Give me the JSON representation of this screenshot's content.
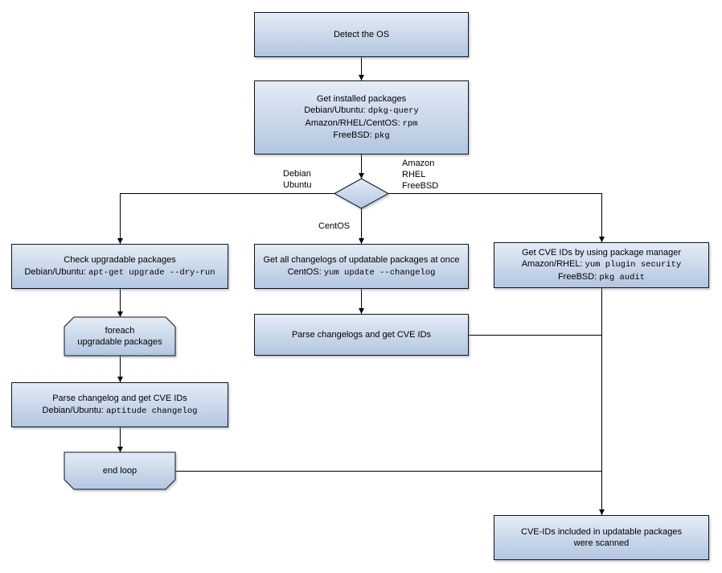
{
  "colors": {
    "background": "#ffffff",
    "node_fill_top": "#e4ecf6",
    "node_fill_bottom": "#b3c6e0",
    "node_border": "#10141c",
    "connector": "#000000",
    "text": "#000000"
  },
  "nodes": {
    "detect_os": {
      "lines": [
        "Detect the OS"
      ]
    },
    "get_installed_packages": {
      "lines": [
        "Get installed packages",
        [
          {
            "t": "Debian/Ubuntu: "
          },
          {
            "t": "dpkg-query",
            "mono": true
          }
        ],
        [
          {
            "t": "Amazon/RHEL/CentOS: "
          },
          {
            "t": "rpm",
            "mono": true
          }
        ],
        [
          {
            "t": "FreeBSD: "
          },
          {
            "t": "pkg",
            "mono": true
          }
        ]
      ]
    },
    "check_upgradable": {
      "lines": [
        "Check upgradable packages",
        [
          {
            "t": "Debian/Ubuntu: "
          },
          {
            "t": "apt-get upgrade --dry-run",
            "mono": true
          }
        ]
      ]
    },
    "get_all_changelogs": {
      "lines": [
        "Get all changelogs of updatable packages at once",
        [
          {
            "t": "CentOS: "
          },
          {
            "t": "yum update --changelog",
            "mono": true
          }
        ]
      ]
    },
    "get_cve_ids_pkg_manager": {
      "lines": [
        "Get CVE IDs by using package manager",
        [
          {
            "t": "Amazon/RHEL: "
          },
          {
            "t": "yum plugin security",
            "mono": true
          }
        ],
        [
          {
            "t": "FreeBSD: "
          },
          {
            "t": "pkg audit",
            "mono": true
          }
        ]
      ]
    },
    "foreach_loop": {
      "lines": [
        "foreach",
        "upgradable packages"
      ]
    },
    "parse_changelogs_once": {
      "lines": [
        "Parse changelogs and get CVE IDs"
      ]
    },
    "parse_changelog_each": {
      "lines": [
        "Parse changelog and get CVE IDs",
        [
          {
            "t": "Debian/Ubuntu: "
          },
          {
            "t": "aptitude changelog",
            "mono": true
          }
        ]
      ]
    },
    "end_loop": {
      "lines": [
        "end loop"
      ]
    },
    "scan_result": {
      "lines": [
        "CVE-IDs included in updatable packages",
        "were scanned"
      ]
    }
  },
  "edge_labels": {
    "debian_ubuntu": [
      "Debian",
      "Ubuntu"
    ],
    "amazon_rhel_freebsd": [
      "Amazon",
      "RHEL",
      "FreeBSD"
    ],
    "centos": "CentOS"
  }
}
